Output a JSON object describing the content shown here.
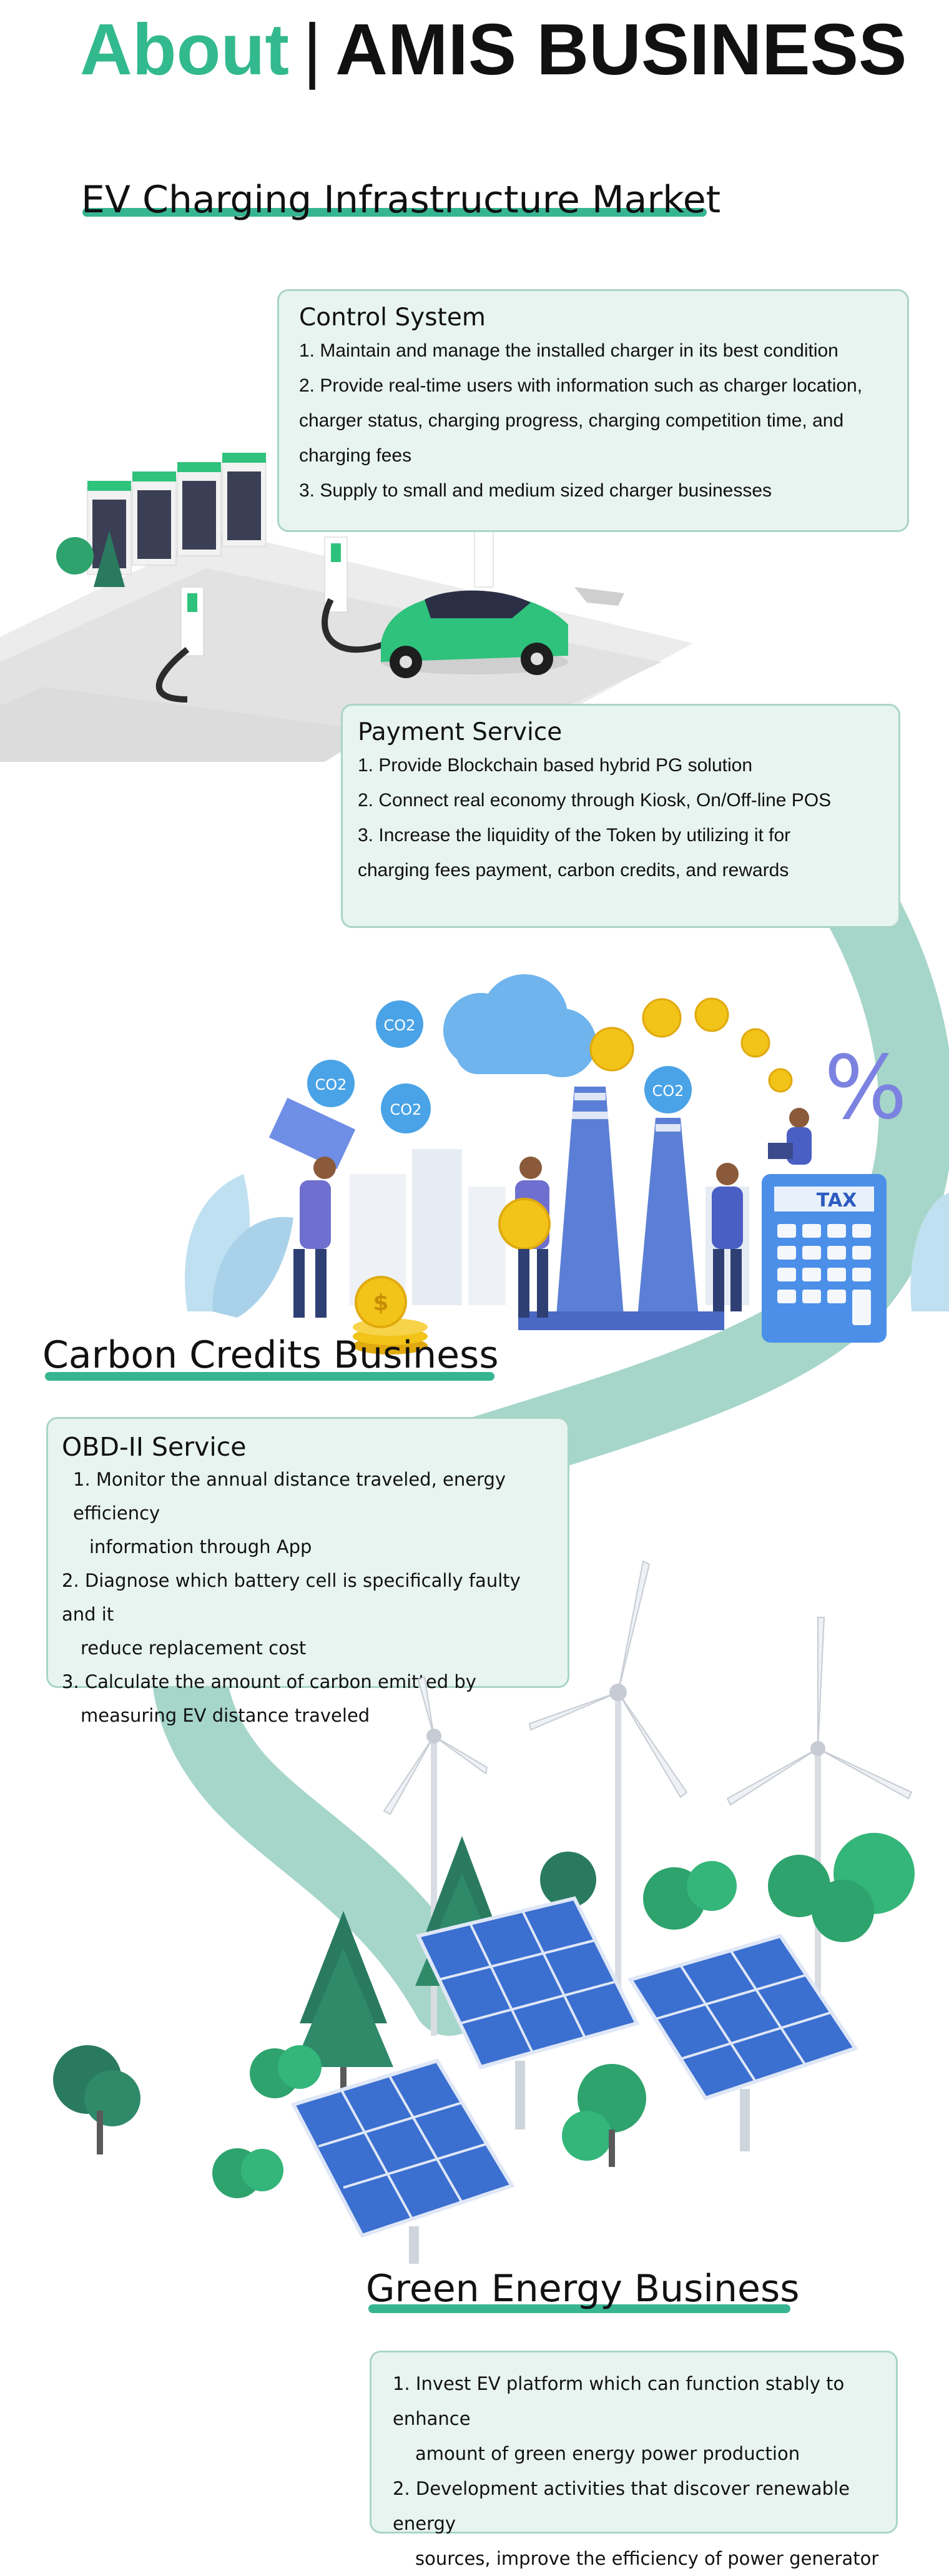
{
  "header": {
    "about": "About",
    "separator": "|",
    "business": "AMIS BUSINESS"
  },
  "sections": {
    "ev": "EV Charging Infrastructure Market",
    "carbon": "Carbon Credits Business",
    "green": "Green Energy Business"
  },
  "control_system": {
    "title": "Control System",
    "lines": [
      "1. Maintain and manage the installed charger in its best condition",
      "2. Provide real-time users with information such as charger location,",
      "charger status, charging progress, charging competition time, and",
      "charging fees",
      "3. Supply to small and medium sized charger businesses"
    ]
  },
  "payment_service": {
    "title": "Payment Service",
    "lines": [
      "1. Provide Blockchain based hybrid PG solution",
      "2. Connect real economy through Kiosk, On/Off-line POS",
      "3. Increase the liquidity of the Token by utilizing it for",
      "charging fees payment, carbon credits, and rewards"
    ]
  },
  "obd_service": {
    "title": "OBD-II Service",
    "lines": [
      "1. Monitor the annual distance traveled, energy efficiency",
      "information   through App",
      "2. Diagnose which battery cell is specifically faulty and it",
      "reduce  replacement cost",
      "3. Calculate the amount of carbon emitted by",
      "measuring EV distance traveled"
    ]
  },
  "green_energy": {
    "lines": [
      "1. Invest EV platform which can function stably to enhance",
      "amount of green energy power production",
      "2. Development activities that discover renewable energy",
      "sources, improve the efficiency of power generator"
    ]
  },
  "illustration_labels": {
    "co2": "CO2",
    "tax": "TAX",
    "percent": "%",
    "dollar": "$"
  },
  "colors": {
    "accent": "#33b98e",
    "card_bg": "#e8f4f0",
    "card_border": "#a9d5c6",
    "path": "#9fd1c3",
    "car": "#2fc27c",
    "blue": "#4b6fd4",
    "solar": "#3b6fd0"
  }
}
